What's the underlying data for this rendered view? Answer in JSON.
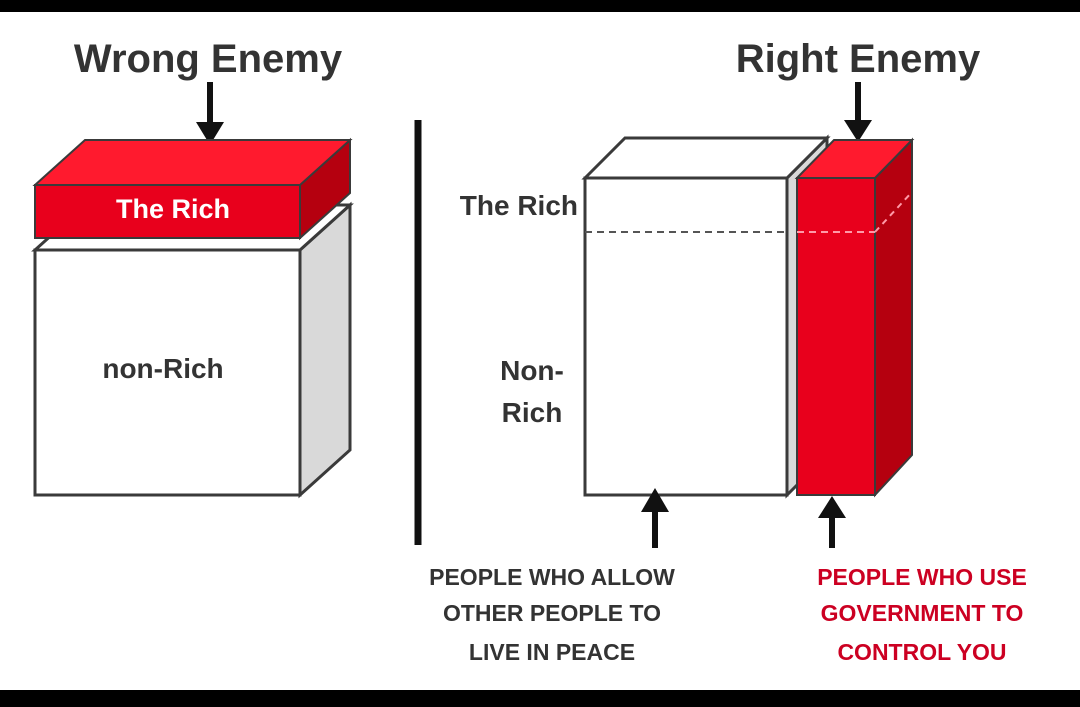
{
  "left": {
    "title": "Wrong Enemy",
    "top_block_label": "The Rich",
    "bottom_block_label": "non-Rich"
  },
  "right": {
    "title": "Right Enemy",
    "upper_label": "The Rich",
    "lower_label_line1": "Non-",
    "lower_label_line2": "Rich",
    "left_caption": [
      "PEOPLE WHO ALLOW",
      "OTHER PEOPLE TO",
      "LIVE IN PEACE"
    ],
    "right_caption": [
      "PEOPLE WHO USE",
      "GOVERNMENT TO",
      "CONTROL YOU"
    ]
  },
  "colors": {
    "red": "#e8001c",
    "red_dark": "#b5000f",
    "red_top": "#ff1a2e",
    "caption_dark": "#333333",
    "caption_red": "#cc0022",
    "side_gray": "#d9d9d9",
    "outline": "#3a3a3a"
  }
}
